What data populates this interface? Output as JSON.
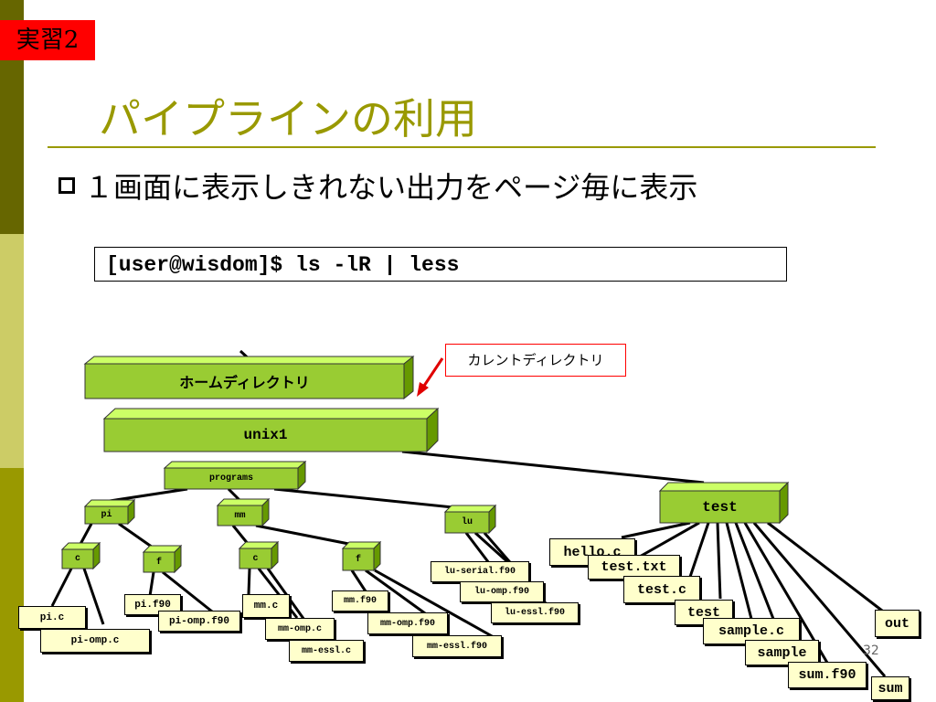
{
  "tag": "実習2",
  "title": "パイプラインの利用",
  "bullet": "１画面に表示しきれない出力をページ毎に表示",
  "command": "[user@wisdom]$ ls -lR | less",
  "callout": "カレントディレクトリ",
  "page_number": "32",
  "colors": {
    "title": "#999900",
    "box_front": "#99cc33",
    "box_top": "#ccff66",
    "box_side": "#669900",
    "file_fill": "#ffffcc",
    "tag": "#ff0000"
  },
  "dirs": {
    "home": "ホームディレクトリ",
    "unix1": "unix1",
    "programs": "programs",
    "pi": "pi",
    "mm": "mm",
    "lu": "lu",
    "test": "test",
    "pi_c": "c",
    "pi_f": "f",
    "mm_c": "c",
    "mm_f": "f"
  },
  "files": {
    "pi_c": "pi.c",
    "pi_omp_c": "pi-omp.c",
    "pi_f90": "pi.f90",
    "pi_omp_f90": "pi-omp.f90",
    "mm_c": "mm.c",
    "mm_omp_c": "mm-omp.c",
    "mm_essl_c": "mm-essl.c",
    "mm_f90": "mm.f90",
    "mm_omp_f90": "mm-omp.f90",
    "mm_essl_f90": "mm-essl.f90",
    "lu_serial": "lu-serial.f90",
    "lu_omp": "lu-omp.f90",
    "lu_essl": "lu-essl.f90",
    "hello_c": "hello.c",
    "test_txt": "test.txt",
    "test_c": "test.c",
    "test_file": "test",
    "sample_c": "sample.c",
    "sample": "sample",
    "sum_f90": "sum.f90",
    "sum": "sum",
    "out": "out"
  }
}
